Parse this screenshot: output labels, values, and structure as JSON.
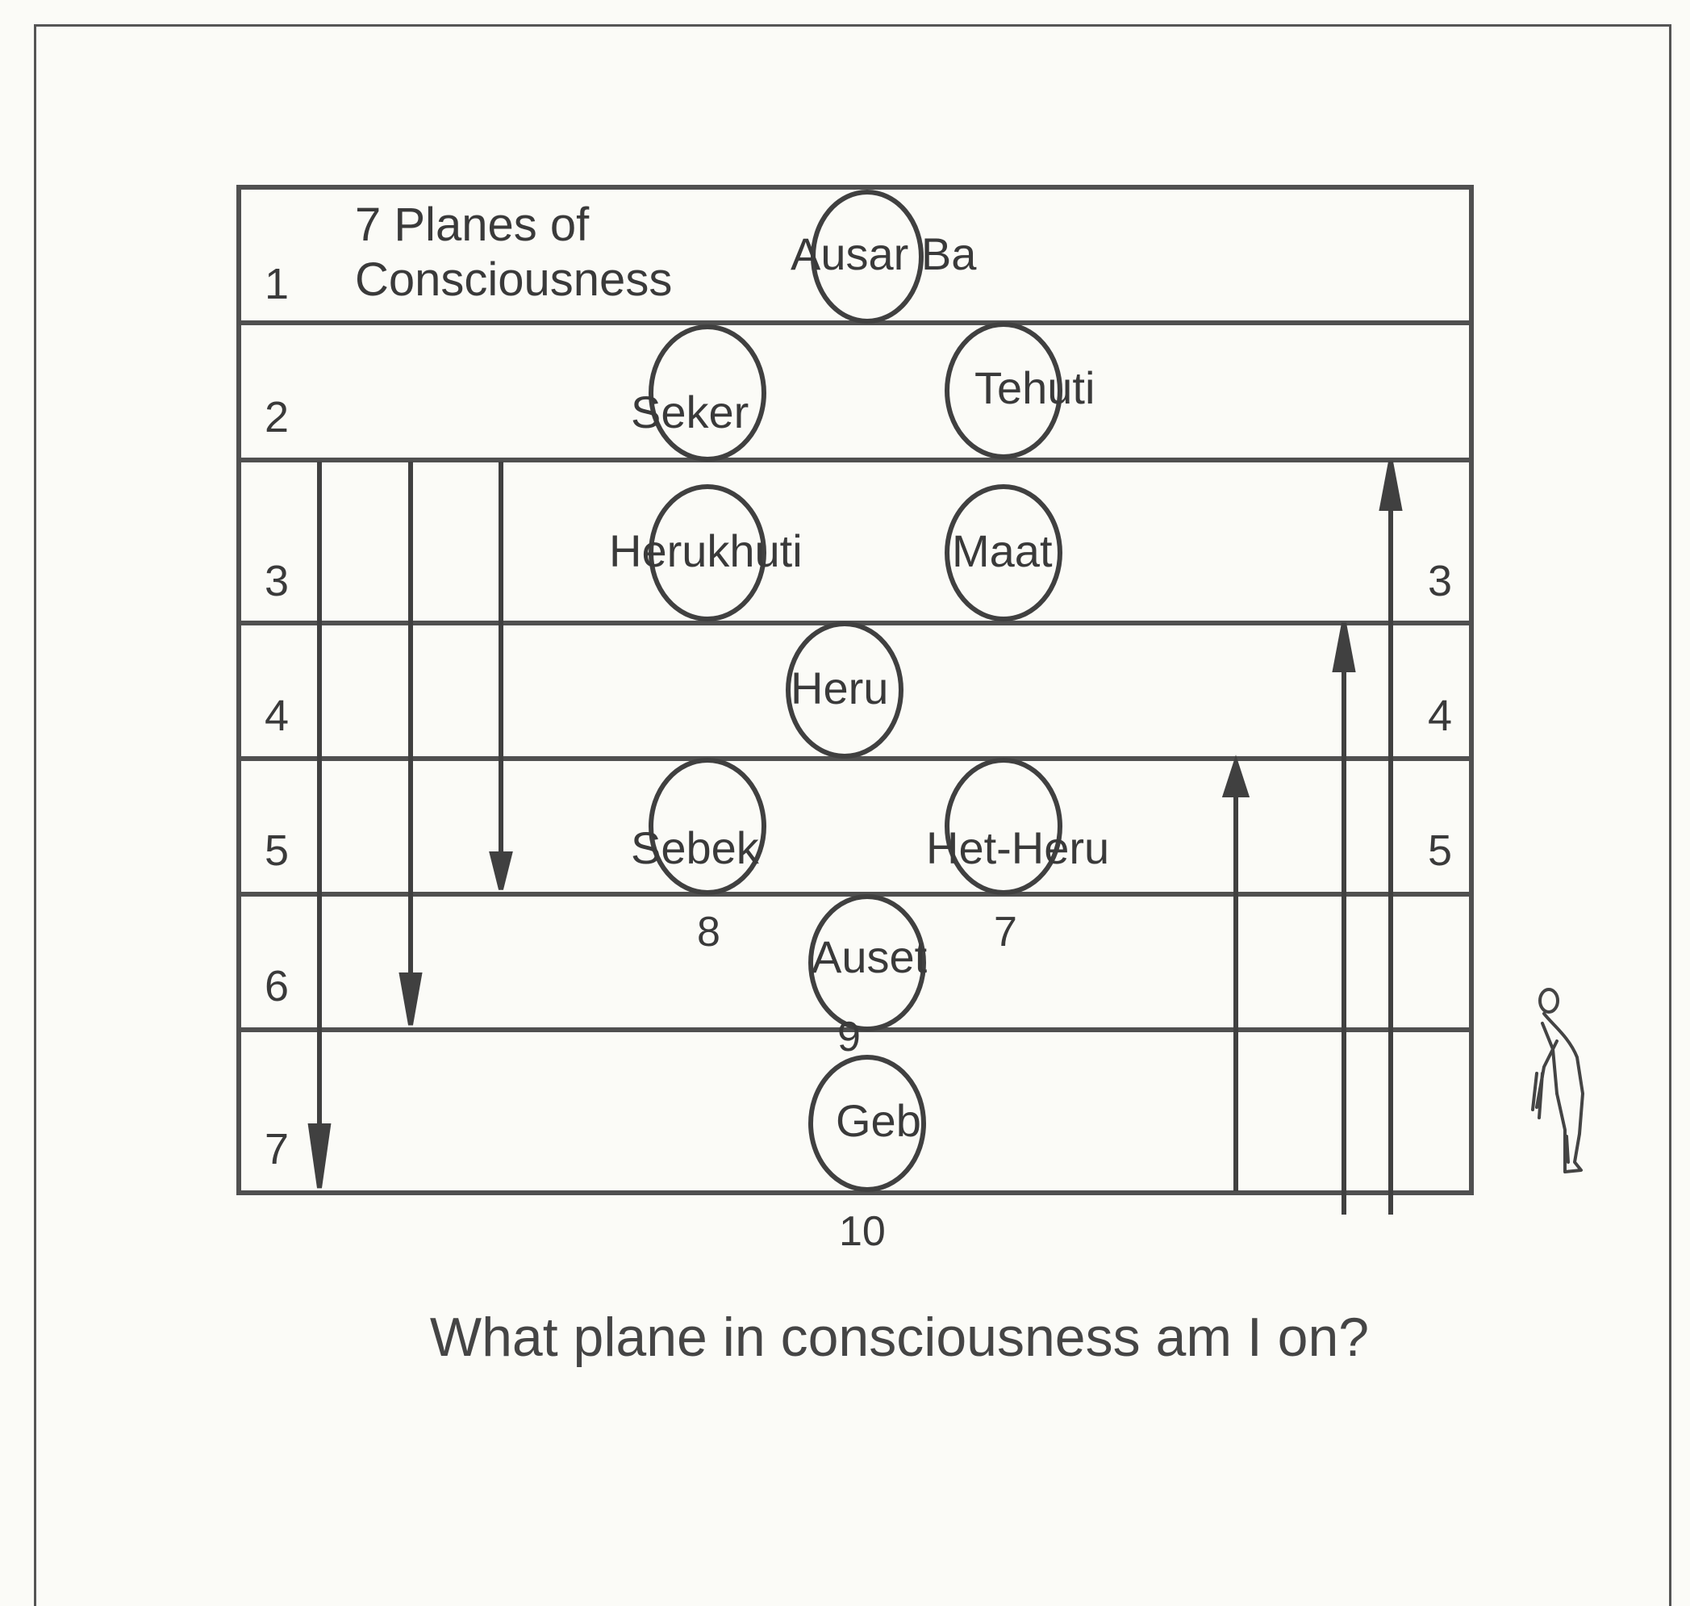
{
  "diagram": {
    "title_line1": "7 Planes of",
    "title_line2": "Consciousness",
    "question": "What plane in consciousness am I on?",
    "left_plane_numbers": [
      "1",
      "2",
      "3",
      "4",
      "5",
      "6",
      "7"
    ],
    "right_plane_numbers": [
      "3",
      "4",
      "5"
    ],
    "spheres": [
      {
        "name": "Ausar Ba"
      },
      {
        "name": "Seker"
      },
      {
        "name": "Tehuti"
      },
      {
        "name": "Herukhuti"
      },
      {
        "name": "Maat"
      },
      {
        "name": "Heru"
      },
      {
        "name": "Sebek"
      },
      {
        "name": "Het-Heru"
      },
      {
        "name": "Auset"
      },
      {
        "name": "Geb"
      }
    ],
    "sphere_numbers": [
      "8",
      "7",
      "9",
      "10"
    ],
    "arrows_down": 3,
    "arrows_up": 3,
    "figure": "bowing-figure-icon"
  }
}
